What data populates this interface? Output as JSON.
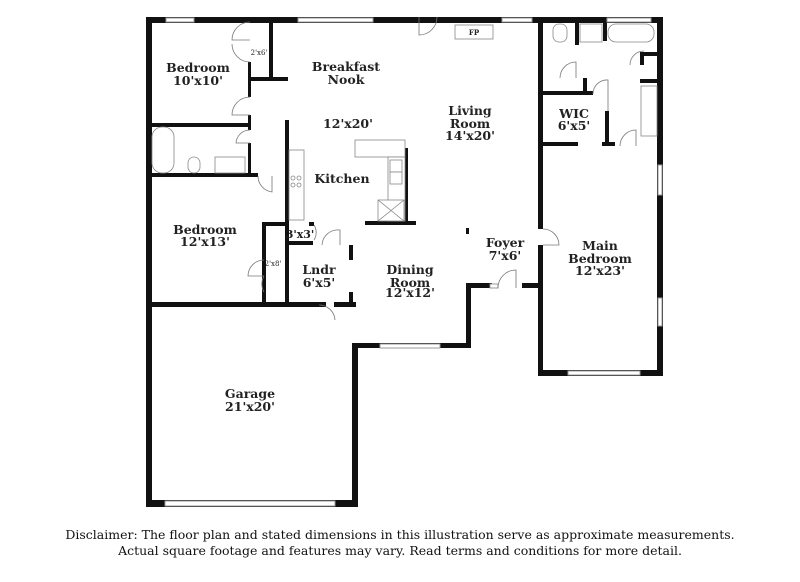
{
  "rooms": [
    {
      "name": "Bedroom",
      "size": "10'x10'"
    },
    {
      "name": "Breakfast Nook",
      "size": "12'x20'"
    },
    {
      "name": "Living Room",
      "size": "14'x20'"
    },
    {
      "name": "Kitchen",
      "size": ""
    },
    {
      "name": "Bedroom",
      "size": "12'x13'"
    },
    {
      "name": "Lndr",
      "size": "6'x5'"
    },
    {
      "name": "Dining Room",
      "size": "12'x12'"
    },
    {
      "name": "Foyer",
      "size": "7'x6'"
    },
    {
      "name": "Main Bedroom",
      "size": "12'x23'"
    },
    {
      "name": "WIC",
      "size": "6'x5'"
    },
    {
      "name": "Garage",
      "size": "21'x20'"
    }
  ],
  "closets": [
    "2'x6'",
    "2'x8'",
    "3'x3'"
  ],
  "fireplace_label": "FP",
  "disclaimer": {
    "line1": "Disclaimer: The floor plan and stated dimensions in this illustration serve as approximate measurements.",
    "line2": "Actual square footage and features may vary. Read terms and conditions for more detail."
  }
}
